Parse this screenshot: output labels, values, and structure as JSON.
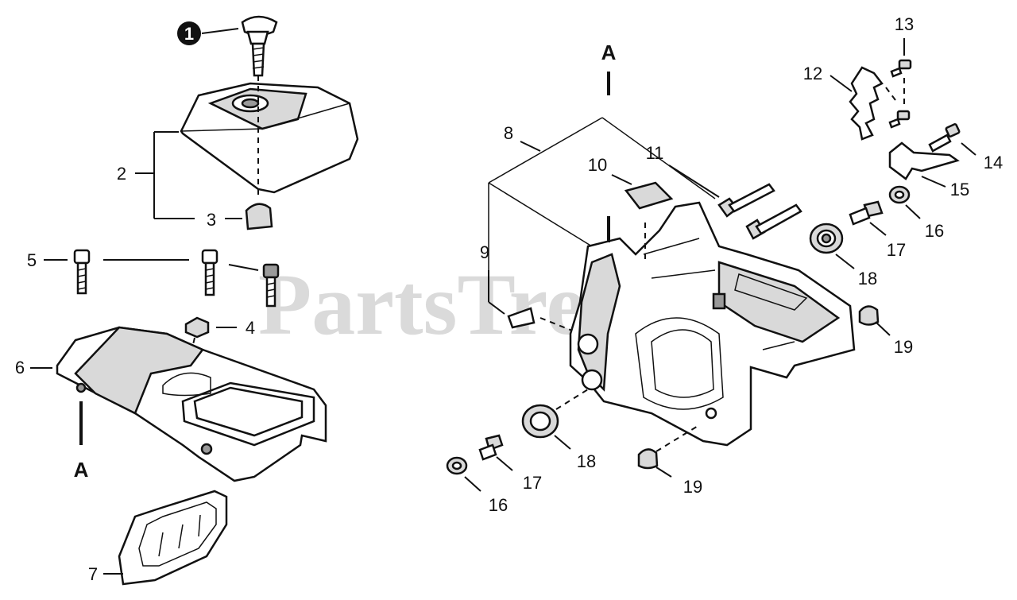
{
  "watermark": "PartsTree",
  "section_marks": [
    "A",
    "A"
  ],
  "callouts": [
    "1",
    "2",
    "3",
    "4",
    "5",
    "6",
    "7",
    "8",
    "9",
    "10",
    "11",
    "12",
    "13",
    "14",
    "15",
    "16",
    "17",
    "18",
    "19",
    "16",
    "17",
    "18",
    "19"
  ]
}
